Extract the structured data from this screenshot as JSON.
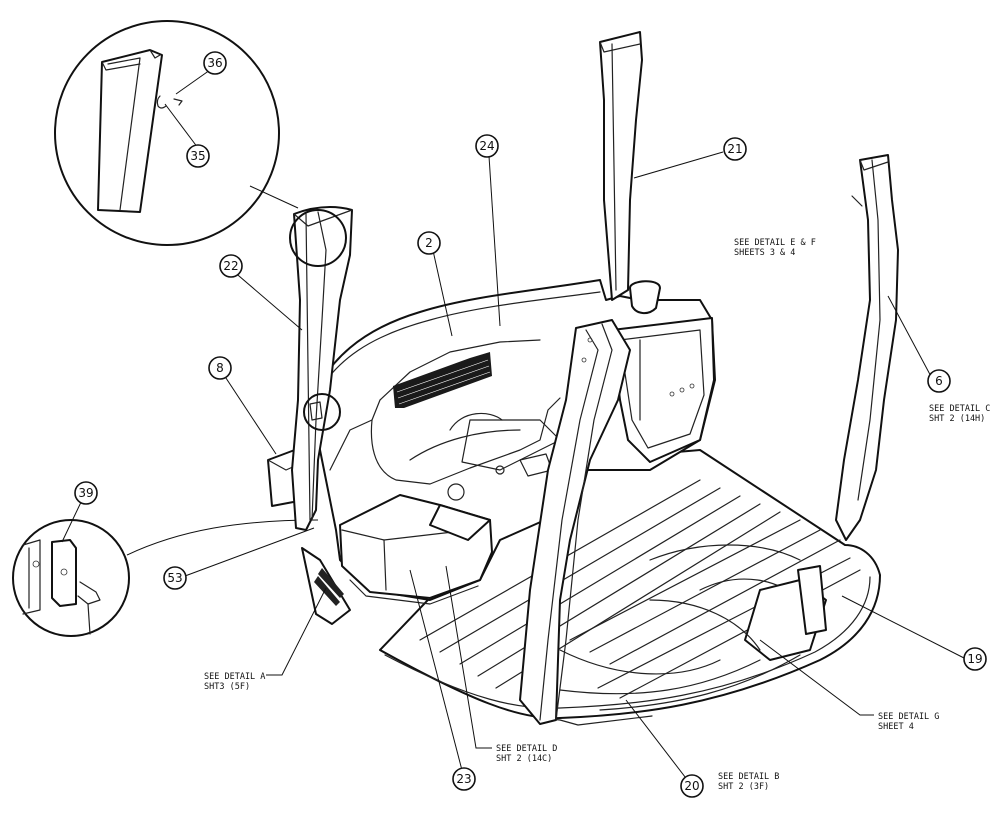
{
  "callouts": {
    "c2": "2",
    "c6": "6",
    "c8": "8",
    "c19": "19",
    "c20": "20",
    "c21": "21",
    "c22": "22",
    "c23": "23",
    "c24": "24",
    "c35": "35",
    "c36": "36",
    "c39": "39",
    "c53": "53"
  },
  "notes": {
    "detail_e_f": [
      "SEE DETAIL E & F",
      "SHEETS 3 & 4"
    ],
    "detail_c": [
      "SEE DETAIL C",
      "SHT 2 (14H)"
    ],
    "detail_a": [
      "SEE DETAIL A",
      "SHT3 (5F)"
    ],
    "detail_d": [
      "SEE DETAIL D",
      "SHT 2 (14C)"
    ],
    "detail_b": [
      "SEE DETAIL B",
      "SHT 2 (3F)"
    ],
    "detail_g": [
      "SEE DETAIL G",
      "SHEET 4"
    ]
  }
}
